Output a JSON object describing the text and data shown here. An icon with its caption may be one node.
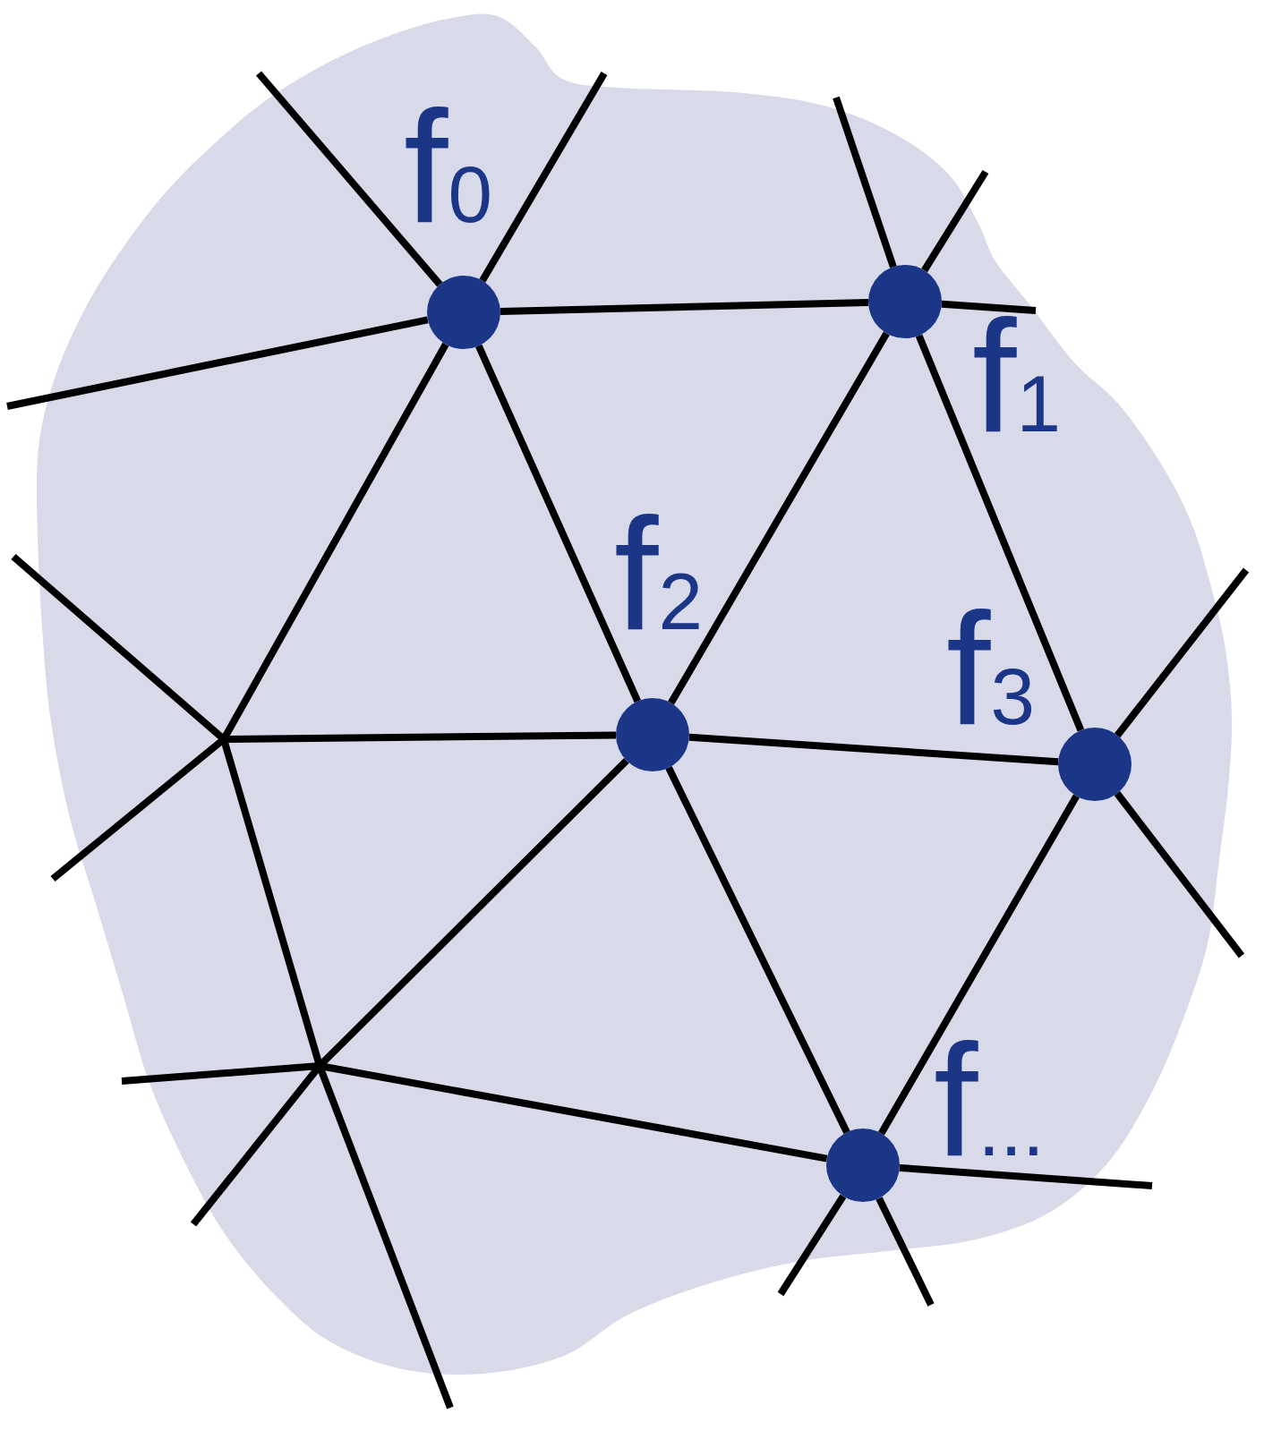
{
  "diagram": {
    "nodes": [
      {
        "text": [],
        "shape": "circle",
        "beside": [
          "f$_{0}$"
        ]
      },
      {
        "text": [],
        "shape": "circle",
        "beside": [
          "f$_{1}$"
        ]
      },
      {
        "text": [],
        "shape": "circle",
        "beside": [
          "f$_{2}$"
        ]
      },
      {
        "text": [],
        "shape": "circle",
        "beside": [
          "f$_{3}$"
        ]
      },
      {
        "text": [],
        "shape": "circle",
        "beside": [
          "f$_{...}$"
        ]
      }
    ],
    "edges": [
      {
        "from": null,
        "to": 0,
        "arrow": "none"
      },
      {
        "from": null,
        "to": 0,
        "arrow": "none"
      },
      {
        "from": null,
        "to": 0,
        "arrow": "none"
      },
      {
        "from": 0,
        "to": 1,
        "arrow": "none"
      },
      {
        "from": 0,
        "to": null,
        "arrow": "none"
      },
      {
        "from": 0,
        "to": 2,
        "arrow": "none"
      },
      {
        "from": null,
        "to": 1,
        "arrow": "none"
      },
      {
        "from": null,
        "to": 1,
        "arrow": "none"
      },
      {
        "from": 1,
        "to": null,
        "arrow": "none"
      },
      {
        "from": 1,
        "to": 2,
        "arrow": "none"
      },
      {
        "from": 1,
        "to": 3,
        "arrow": "none"
      },
      {
        "from": null,
        "to": 2,
        "arrow": "none"
      },
      {
        "from": 2,
        "to": 3,
        "arrow": "none"
      },
      {
        "from": 2,
        "to": null,
        "arrow": "none"
      },
      {
        "from": 2,
        "to": 4,
        "arrow": "none"
      },
      {
        "from": null,
        "to": 3,
        "arrow": "none"
      },
      {
        "from": 3,
        "to": null,
        "arrow": "none"
      },
      {
        "from": 3,
        "to": 4,
        "arrow": "none"
      },
      {
        "from": null,
        "to": 4,
        "arrow": "none"
      },
      {
        "from": 4,
        "to": null,
        "arrow": "none"
      },
      {
        "from": 4,
        "to": null,
        "arrow": "none"
      },
      {
        "from": 4,
        "to": null,
        "arrow": "none"
      }
    ]
  }
}
